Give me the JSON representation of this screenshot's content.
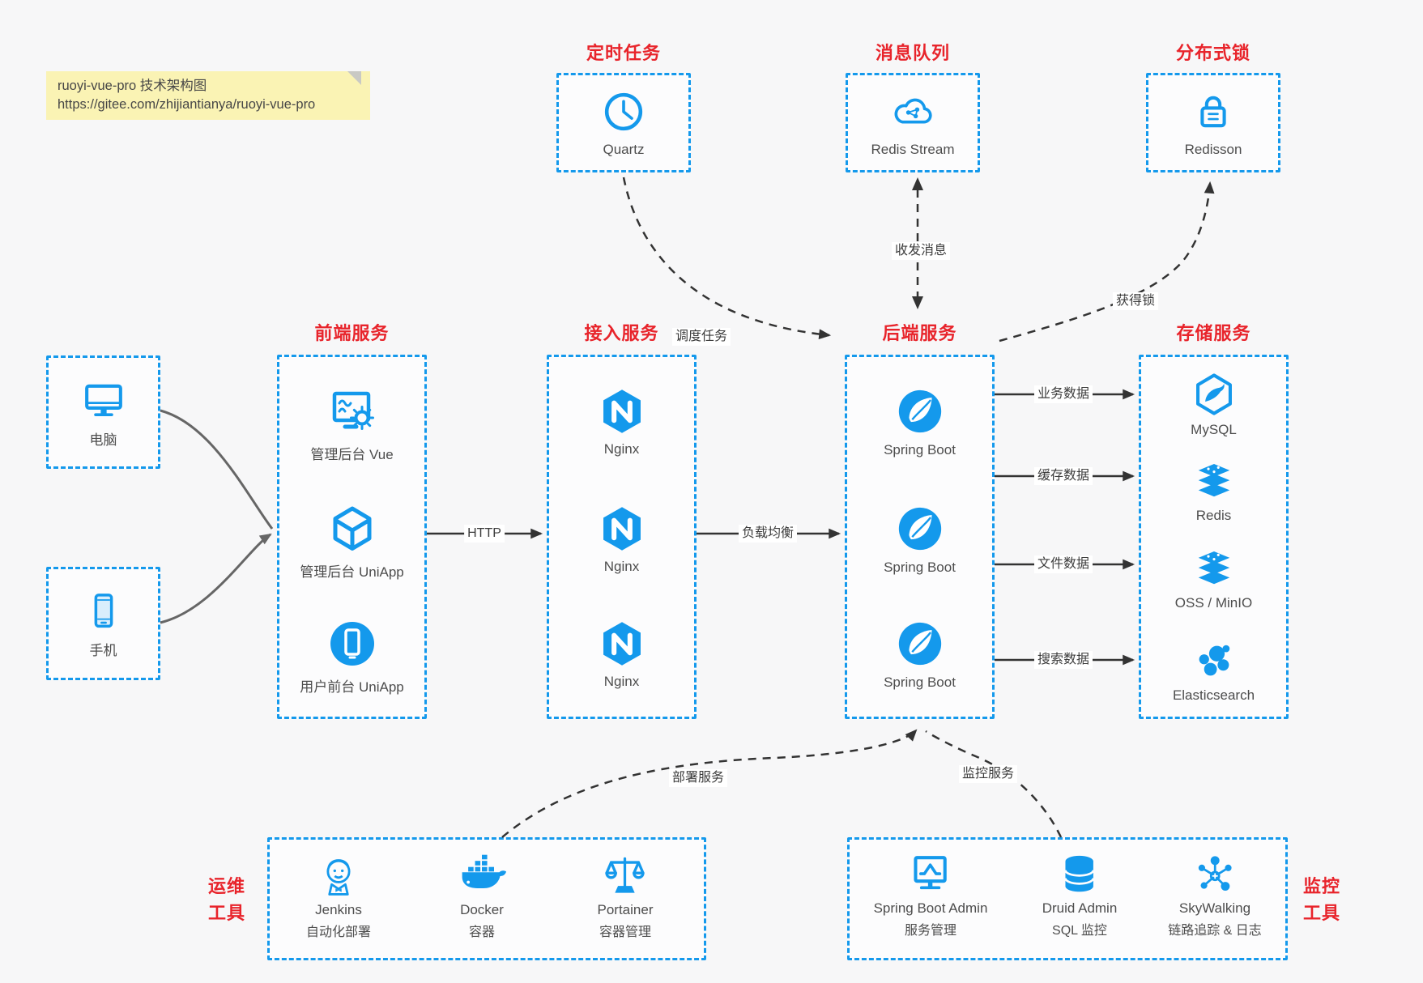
{
  "note": {
    "line1": "ruoyi-vue-pro 技术架构图",
    "line2": "https://gitee.com/zhijiantianya/ruoyi-vue-pro"
  },
  "colors": {
    "accent_blue": "#1499ec",
    "title_red": "#e8242b",
    "arrow_dark": "#333333",
    "arrow_gray": "#666666",
    "note_bg": "#faf3b4",
    "canvas_bg": "#f7f7f8"
  },
  "top_services": {
    "scheduler": {
      "title": "定时任务",
      "label": "Quartz",
      "icon": "clock-icon"
    },
    "mq": {
      "title": "消息队列",
      "label": "Redis Stream",
      "icon": "cloud-network-icon"
    },
    "lock": {
      "title": "分布式锁",
      "label": "Redisson",
      "icon": "lock-icon"
    }
  },
  "clients": {
    "pc": {
      "label": "电脑",
      "icon": "desktop-icon"
    },
    "mobile": {
      "label": "手机",
      "icon": "smartphone-icon"
    }
  },
  "frontend": {
    "title": "前端服务",
    "items": [
      "管理后台 Vue",
      "管理后台 UniApp",
      "用户前台 UniApp"
    ]
  },
  "gateway": {
    "title": "接入服务",
    "items": [
      "Nginx",
      "Nginx",
      "Nginx"
    ]
  },
  "backend": {
    "title": "后端服务",
    "items": [
      "Spring Boot",
      "Spring Boot",
      "Spring Boot"
    ]
  },
  "storage": {
    "title": "存储服务",
    "items": [
      "MySQL",
      "Redis",
      "OSS / MinIO",
      "Elasticsearch"
    ]
  },
  "edges": {
    "http": "HTTP",
    "load_balance": "负载均衡",
    "schedule": "调度任务",
    "message": "收发消息",
    "acquire_lock": "获得锁",
    "business_data": "业务数据",
    "cache_data": "缓存数据",
    "file_data": "文件数据",
    "search_data": "搜索数据",
    "deploy": "部署服务",
    "monitor": "监控服务"
  },
  "ops_label": {
    "line1": "运维",
    "line2": "工具"
  },
  "monitor_label": {
    "line1": "监控",
    "line2": "工具"
  },
  "ops": {
    "items": [
      {
        "name": "Jenkins",
        "desc": "自动化部署",
        "icon": "jenkins-icon"
      },
      {
        "name": "Docker",
        "desc": "容器",
        "icon": "docker-whale-icon"
      },
      {
        "name": "Portainer",
        "desc": "容器管理",
        "icon": "scales-icon"
      }
    ]
  },
  "monitoring": {
    "items": [
      {
        "name": "Spring Boot Admin",
        "desc": "服务管理",
        "icon": "monitor-chart-icon"
      },
      {
        "name": "Druid Admin",
        "desc": "SQL 监控",
        "icon": "database-icon"
      },
      {
        "name": "SkyWalking",
        "desc": "链路追踪 & 日志",
        "icon": "topology-icon"
      }
    ]
  }
}
